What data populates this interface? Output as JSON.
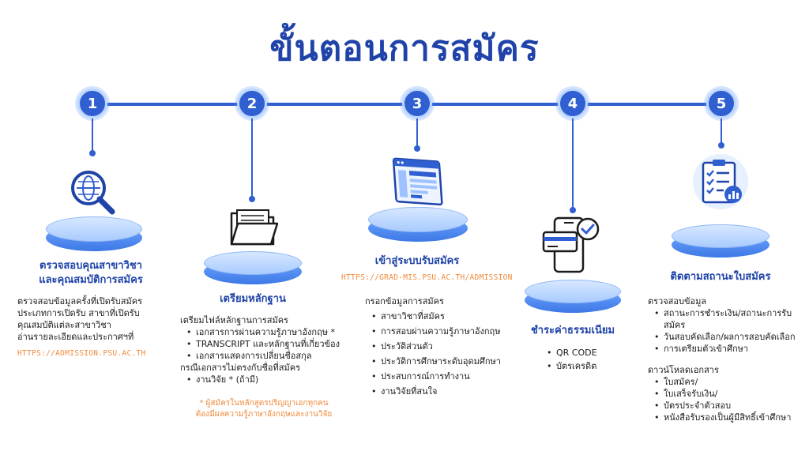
{
  "title": "ขั้นตอนการสมัคร",
  "colors": {
    "primary": "#1f43a8",
    "accent_blue": "#2f5fd0",
    "pedestal_top": "#bcd6ff",
    "orange": "#f08a3c"
  },
  "steps": [
    {
      "number": "1",
      "icon": "globe-search-icon",
      "title_line1": "ตรวจสอบคุณสาขาวิชา",
      "title_line2": "และคุณสมบัติการสมัคร",
      "lines": [
        "ตรวจสอบข้อมูลครั้งที่เปิดรับสมัคร",
        "ประเภทการเปิดรับ สาขาที่เปิดรับ",
        "คุณสมบัติแต่ละสาขาวิชา",
        "อ่านรายละเอียดและประกาศฯที่"
      ],
      "url": "HTTPS://ADMISSION.PSU.AC.TH"
    },
    {
      "number": "2",
      "icon": "folder-icon",
      "title": "เตรียมหลักฐาน",
      "intro": "เตรียมไฟล์หลักฐานการสมัคร",
      "items": [
        "เอกสารการผ่านความรู้ภาษาอังกฤษ *",
        "TRANSCRIPT และหลักฐานที่เกี่ยวข้อง",
        "เอกสารแสดงการเปลี่ยนชื่อสกุล"
      ],
      "continuation": "กรณีเอกสารไม่ตรงกับชื่อที่สมัคร",
      "items2": [
        "งานวิจัย * (ถ้ามี)"
      ],
      "note_line1": "* ผู้สมัครในหลักสูตรปริญญาเอกทุกคน",
      "note_line2": "ต้องมีผลความรู้ภาษาอังกฤษและงานวิจัย"
    },
    {
      "number": "3",
      "icon": "web-browser-icon",
      "title": "เข้าสู่ระบบรับสมัคร",
      "url": "HTTPS://GRAD-MIS.PSU.AC.TH/ADMISSION",
      "intro": "กรอกข้อมูลการสมัคร",
      "items": [
        "สาขาวิชาที่สมัคร",
        "การสอบผ่านความรู้ภาษาอังกฤษ",
        "ประวัติส่วนตัว",
        "ประวัติการศึกษาระดับอุดมศึกษา",
        "ประสบการณ์การทำงาน",
        "งานวิจัยที่สนใจ"
      ]
    },
    {
      "number": "4",
      "icon": "mobile-payment-icon",
      "title": "ชำระค่าธรรมเนียม",
      "items": [
        "QR CODE",
        "บัตรเครดิต"
      ]
    },
    {
      "number": "5",
      "icon": "clipboard-checklist-icon",
      "title": "ติดตามสถานะใบสมัคร",
      "intro": "ตรวจสอบข้อมูล",
      "items": [
        "สถานะการชำระเงิน/สถานะการรับสมัคร",
        "วันสอบคัดเลือก/ผลการสอบคัดเลือก",
        "การเตรียมตัวเข้าศึกษา"
      ],
      "intro2": "ดาวน์โหลดเอกสาร",
      "items2": [
        "ใบสมัคร/",
        "ใบเสร็จรับเงิน/",
        "บัตรประจำตัวสอบ",
        "หนังสือรับรองเป็นผู้มีสิทธิ์เข้าศึกษา"
      ]
    }
  ]
}
